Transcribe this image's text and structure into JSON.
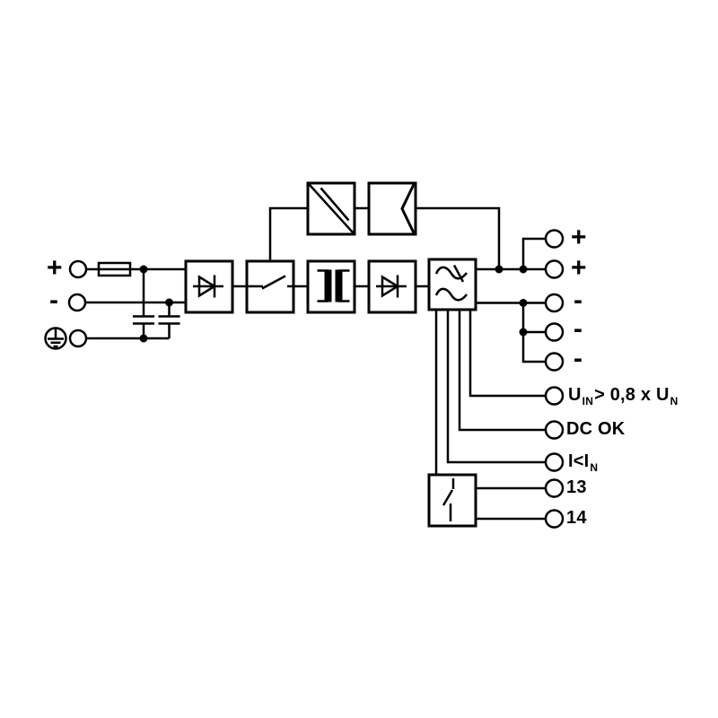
{
  "colors": {
    "line": "#000000",
    "background": "#ffffff"
  },
  "input_terminals": {
    "plus": "+",
    "minus": "-"
  },
  "output_terminals": {
    "plus1": "+",
    "plus2": "+",
    "minus1": "-",
    "minus2": "-",
    "minus3": "-"
  },
  "signal_terminals": {
    "undervoltage": {
      "p1": "U",
      "sub1": "IN",
      "p2": "> 0,8 x U",
      "sub2": "N"
    },
    "dc_ok": "DC OK",
    "current_limit": {
      "p1": "I<I",
      "sub1": "N"
    },
    "relay_13": "13",
    "relay_14": "14"
  },
  "icons": {
    "fuse": "fuse-symbol",
    "earth": "protective-earth-icon",
    "capacitor": "capacitor-symbol",
    "rectifier": "diode-icon",
    "switch": "switch-contact-icon",
    "transformer": "transformer-core-icon",
    "output_diode": "diode-icon",
    "regulator": "sine-filter-icon",
    "dcdc": "diagonal-converter-icon",
    "boost": "chevron-icon",
    "relay": "relay-contact-icon"
  }
}
